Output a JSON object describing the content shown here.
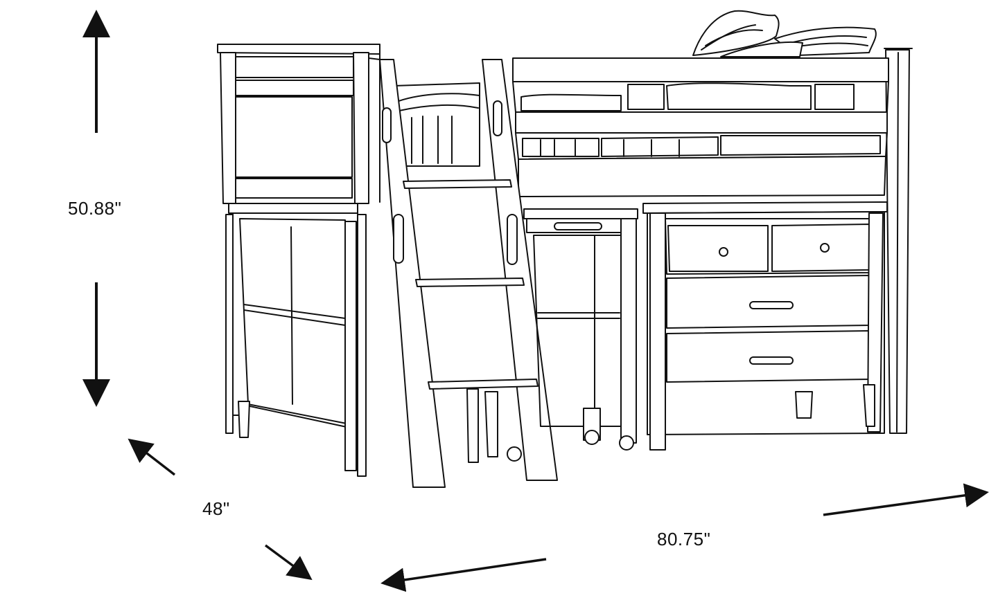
{
  "dimensions": {
    "height": "50.88\"",
    "depth": "48\"",
    "width": "80.75\""
  },
  "colors": {
    "line": "#111111",
    "background": "#ffffff",
    "fill": "#ffffff"
  }
}
